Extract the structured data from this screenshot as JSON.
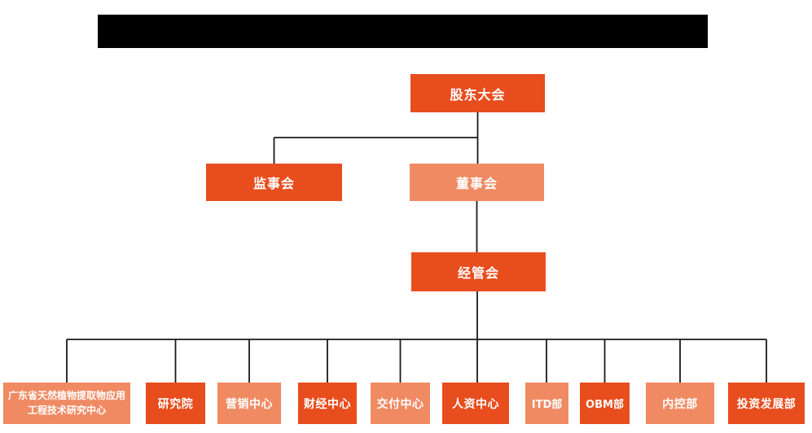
{
  "colors": {
    "dark": "#E84D1E",
    "light": "#F08A62",
    "line": "#1A1A1A",
    "redaction": "#000000",
    "text": "#FFFFFF",
    "background": "#FFFFFF"
  },
  "org": {
    "root": {
      "label": "股东大会",
      "tone": "dark"
    },
    "level2": [
      {
        "label": "监事会",
        "tone": "dark"
      },
      {
        "label": "董事会",
        "tone": "light"
      }
    ],
    "level3": {
      "label": "经管会",
      "tone": "dark"
    },
    "departments": [
      {
        "label": "广东省天然植物提取物应用工程技术研究中心",
        "tone": "light"
      },
      {
        "label": "研究院",
        "tone": "dark"
      },
      {
        "label": "营销中心",
        "tone": "light"
      },
      {
        "label": "财经中心",
        "tone": "dark"
      },
      {
        "label": "交付中心",
        "tone": "light"
      },
      {
        "label": "人资中心",
        "tone": "dark"
      },
      {
        "label": "ITD部",
        "tone": "light"
      },
      {
        "label": "OBM部",
        "tone": "dark"
      },
      {
        "label": "内控部",
        "tone": "light"
      },
      {
        "label": "投资发展部",
        "tone": "dark"
      }
    ]
  }
}
